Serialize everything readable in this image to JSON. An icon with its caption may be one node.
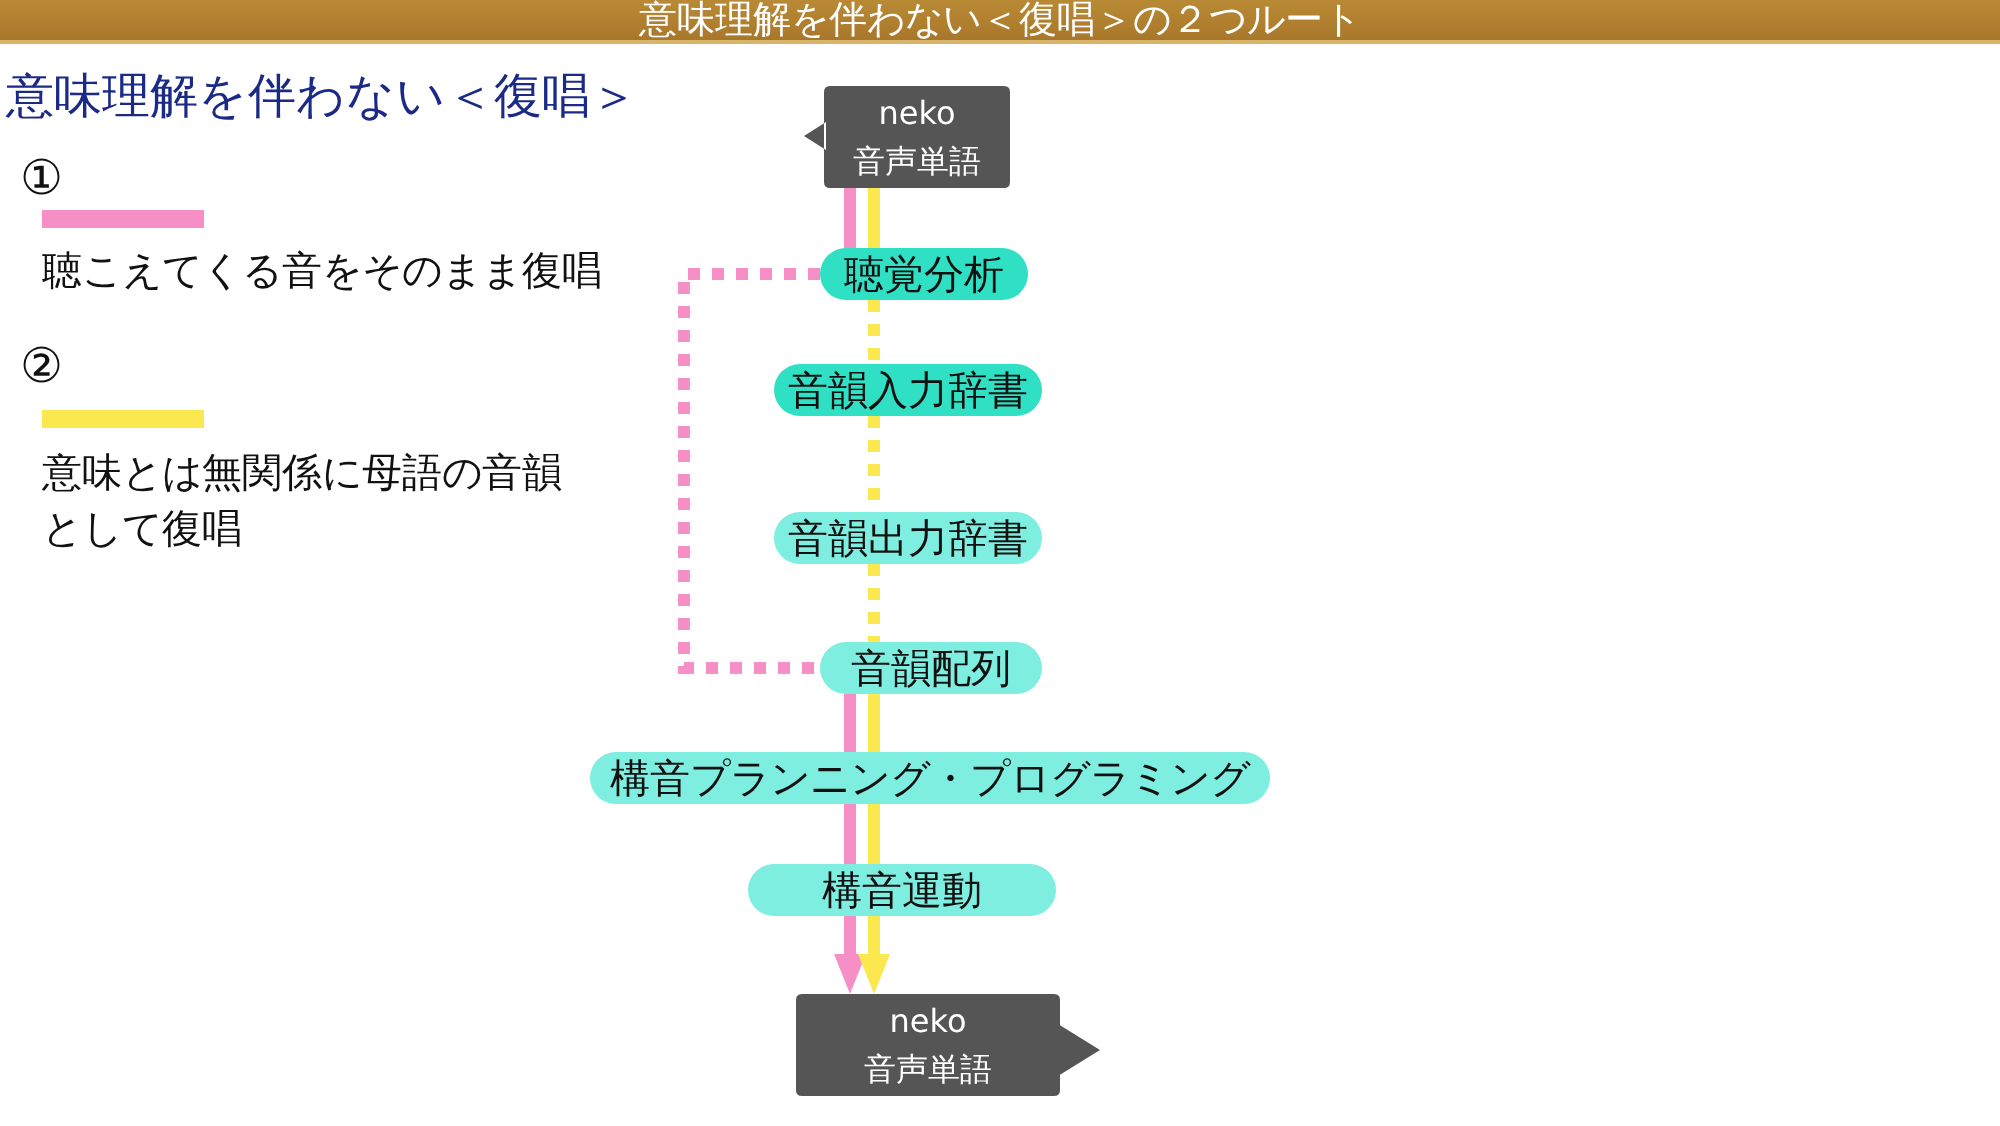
{
  "diagram": {
    "title": "意味理解を伴わない＜復唱＞の２つルート",
    "nodes": [
      {
        "text": [
          "neko",
          "音声単語"
        ]
      },
      {
        "text": [
          "聴覚分析"
        ]
      },
      {
        "text": [
          "音韻入力辞書"
        ]
      },
      {
        "text": [
          "音韻出力辞書"
        ]
      },
      {
        "text": [
          "音韻配列"
        ]
      },
      {
        "text": [
          "構音プランニング・プログラミング"
        ]
      },
      {
        "text": [
          "構音運動"
        ]
      },
      {
        "text": [
          "neko",
          "音声単語"
        ]
      }
    ],
    "edges": [
      {
        "from": 0,
        "to": 1,
        "arrow": "none",
        "color": "#f58fc5"
      },
      {
        "from": 0,
        "to": 1,
        "arrow": "none",
        "color": "#fbe84e"
      },
      {
        "from": 1,
        "to": 4,
        "arrow": "none",
        "style": "dashed",
        "color": "#f58fc5"
      },
      {
        "from": 1,
        "to": 2,
        "arrow": "none",
        "style": "dashed",
        "color": "#fbe84e"
      },
      {
        "from": 2,
        "to": 3,
        "arrow": "none",
        "style": "dashed",
        "color": "#fbe84e"
      },
      {
        "from": 3,
        "to": 4,
        "arrow": "none",
        "style": "dashed",
        "color": "#fbe84e"
      },
      {
        "from": 4,
        "to": 5,
        "arrow": "none",
        "color": "#f58fc5"
      },
      {
        "from": 4,
        "to": 5,
        "arrow": "none",
        "color": "#fbe84e"
      },
      {
        "from": 5,
        "to": 6,
        "arrow": "none",
        "color": "#f58fc5"
      },
      {
        "from": 5,
        "to": 6,
        "arrow": "none",
        "color": "#fbe84e"
      },
      {
        "from": 6,
        "to": 7,
        "arrow": "to",
        "color": "#f58fc5"
      },
      {
        "from": 6,
        "to": 7,
        "arrow": "to",
        "color": "#fbe84e"
      }
    ],
    "labels": [
      "意味理解を伴わない＜復唱＞",
      "①",
      "②"
    ],
    "legend": [
      {
        "text": "聴こえてくる音をそのまま復唱",
        "color": "#f58fc5"
      },
      {
        "text": "意味とは無関係に母語の音韻として復唱",
        "color": "#fbe84e"
      }
    ]
  }
}
